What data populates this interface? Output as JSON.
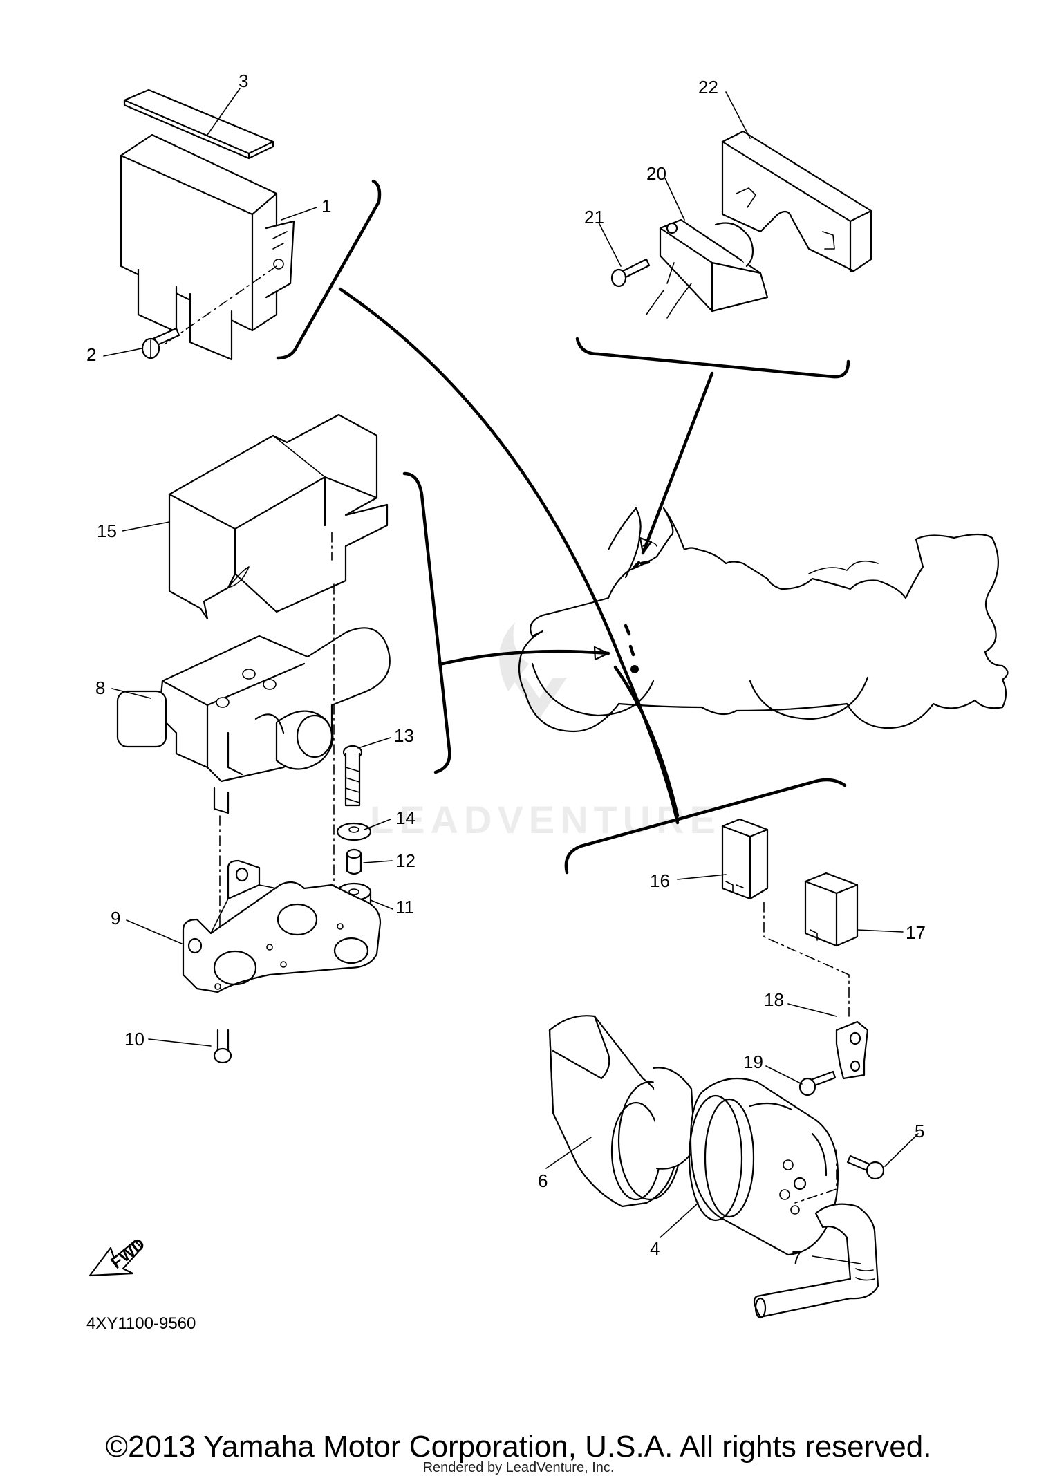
{
  "callouts": {
    "c1": "1",
    "c2": "2",
    "c3": "3",
    "c4": "4",
    "c5": "5",
    "c6": "6",
    "c7": "7",
    "c8": "8",
    "c9": "9",
    "c10": "10",
    "c11": "11",
    "c12": "12",
    "c13": "13",
    "c14": "14",
    "c15": "15",
    "c16": "16",
    "c17": "17",
    "c18": "18",
    "c19": "19",
    "c20": "20",
    "c21": "21",
    "c22": "22"
  },
  "fwd_label": "FWD",
  "diagram_code": "4XY1100-9560",
  "watermark": "LEADVENTURE",
  "footer": {
    "copyright": "©2013 Yamaha Motor Corporation, U.S.A. All rights reserved.",
    "rendered_by": "Rendered by LeadVenture, Inc."
  }
}
